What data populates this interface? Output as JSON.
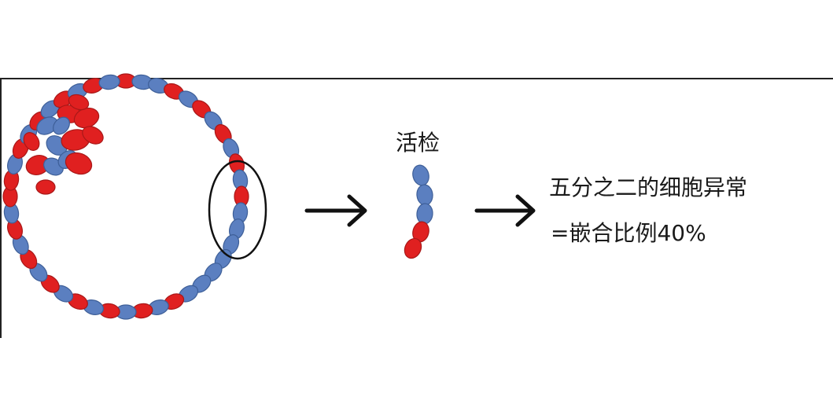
{
  "biopsy_label": "活检",
  "result_line_1": "五分之二的细胞异常",
  "result_line_2": "=嵌合比例40%",
  "abnormal_fraction": 0.4,
  "colors": {
    "normal_cell": "#5b7fc0",
    "abnormal_cell": "#e02020",
    "cell_stroke": "#3e5f98",
    "frame": "#222222",
    "arrow": "#111111"
  },
  "icons": {
    "blastocyst": "blastocyst-icon",
    "biopsy_region": "biopsy-circle-icon",
    "arrow": "arrow-right-icon",
    "biopsy_sample": "biopsy-sample-icon"
  }
}
